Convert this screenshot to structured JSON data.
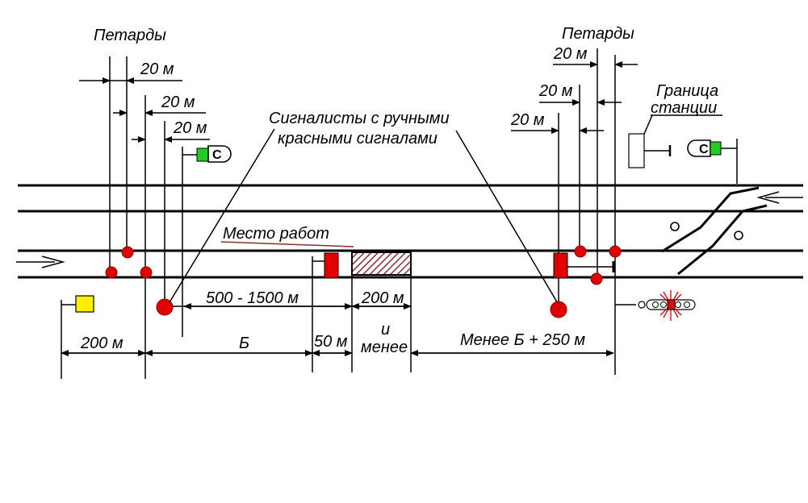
{
  "labels": {
    "petardy_left": "Петарды",
    "petardy_right": "Петарды",
    "dist_20": "20 м",
    "signalists_line1": "Сигналисты с ручными",
    "signalists_line2": "красными сигналами",
    "border_line1": "Граница",
    "border_line2": "станции",
    "work_site": "Место работ",
    "range_500_1500": "500 - 1500 м",
    "dist_200": "200 м",
    "dist_200_bottom": "200 м",
    "b_letter": "Б",
    "dist_50": "50 м",
    "i_word": "и",
    "menee_word": "менее",
    "menee_b_250": "Менее Б + 250 м",
    "signal_letter": "С"
  },
  "colors": {
    "petard": "#e00000",
    "stop_shield": "#e00000",
    "green_light": "#22cc22",
    "yellow_shield": "#ffee00",
    "work_hatch": "#8b2f2f"
  }
}
